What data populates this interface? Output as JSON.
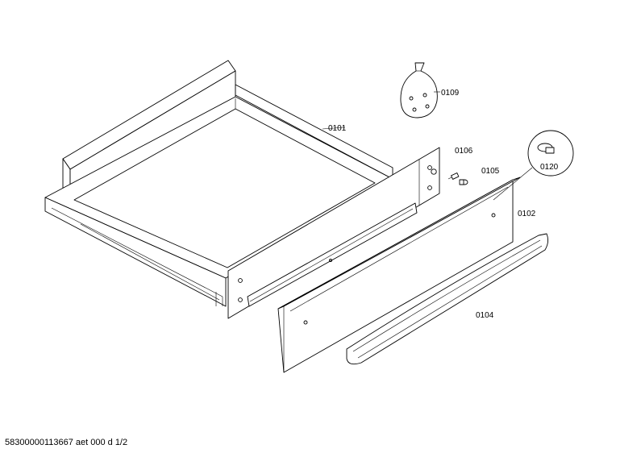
{
  "labels": {
    "p0101": "0101",
    "p0102": "0102",
    "p0104": "0104",
    "p0105": "0105",
    "p0106": "0106",
    "p0109": "0109",
    "p0120": "0120"
  },
  "footer": {
    "code": "58300000113667 aet 000 d 1/2"
  }
}
